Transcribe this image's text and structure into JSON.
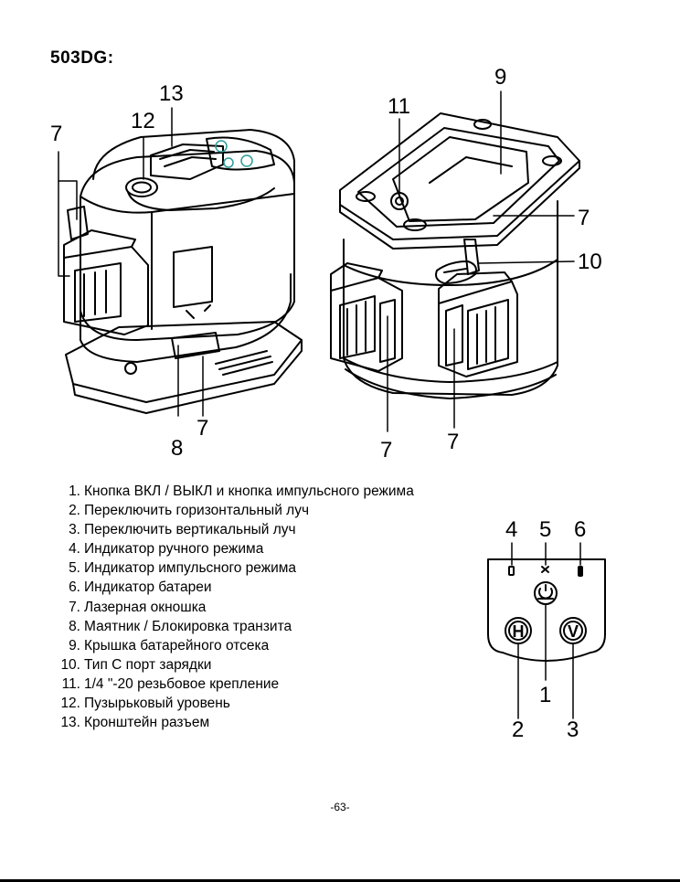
{
  "model_title": "503DG:",
  "callouts": {
    "c7_left": "7",
    "c12": "12",
    "c13": "13",
    "c8": "8",
    "c7_bottom_left": "7",
    "c11": "11",
    "c9": "9",
    "c7_right_top": "7",
    "c10": "10",
    "c7_bottom_mid": "7",
    "c7_bottom_right": "7",
    "p4": "4",
    "p5": "5",
    "p6": "6",
    "p1": "1",
    "p2": "2",
    "p3": "3"
  },
  "panel": {
    "h_button": "H",
    "v_button": "V"
  },
  "legend": [
    {
      "num": "1.",
      "text": "Кнопка ВКЛ / ВЫКЛ и кнопка импульсного режима"
    },
    {
      "num": "2.",
      "text": "Переключить горизонтальный луч"
    },
    {
      "num": "3.",
      "text": "Переключить вертикальный луч"
    },
    {
      "num": "4.",
      "text": "Индикатор ручного режима"
    },
    {
      "num": "5.",
      "text": "Индикатор импульсного режима"
    },
    {
      "num": "6.",
      "text": "Индикатор батареи"
    },
    {
      "num": "7.",
      "text": "Лазерная окношка"
    },
    {
      "num": "8.",
      "text": "Маятник / Блокировка транзита"
    },
    {
      "num": "9.",
      "text": "Крышка батарейного отсека"
    },
    {
      "num": "10.",
      "text": "Тип С порт зарядки"
    },
    {
      "num": "11.",
      "text": "1/4 \"-20 резьбовое крепление"
    },
    {
      "num": "12.",
      "text": "Пузырьковый уровень"
    },
    {
      "num": "13.",
      "text": "Кронштейн разъем"
    }
  ],
  "page_number": "-63-",
  "colors": {
    "panel_accent": "#2a9d9a",
    "ink": "#000000"
  }
}
